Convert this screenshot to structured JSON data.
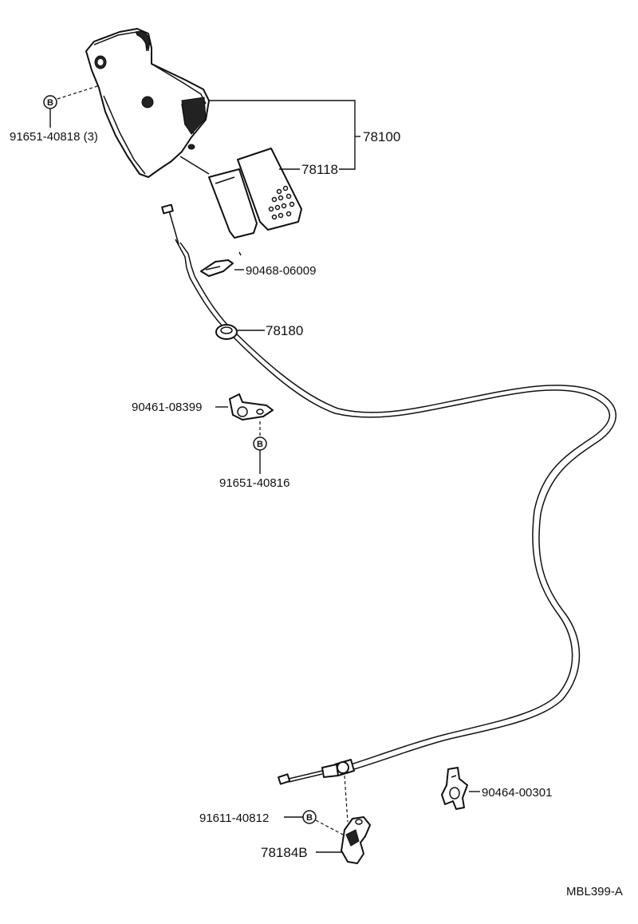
{
  "parts": {
    "bolt_top": "91651-40818 (3)",
    "pedal_assy": "78100",
    "pedal_pad": "78118",
    "clip_cable": "90468-06009",
    "grommet": "78180",
    "clamp": "90461-08399",
    "bolt_clamp": "91651-40816",
    "clip_end": "90464-00301",
    "bolt_bracket": "91611-40812",
    "bracket": "78184B"
  },
  "bolt_symbol": "B",
  "diagram_id": "MBL399-A"
}
